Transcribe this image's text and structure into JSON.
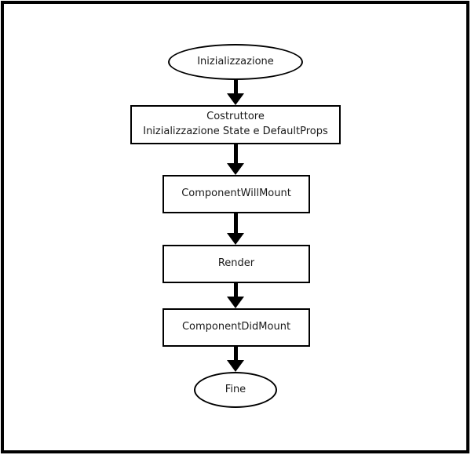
{
  "flowchart": {
    "background_color": "#ffffff",
    "stroke_color": "#000000",
    "text_color": "#1a1a1a",
    "nodes": [
      {
        "id": "start",
        "shape": "ellipse",
        "label": "Inizializzazione"
      },
      {
        "id": "costruttore",
        "shape": "rectangle",
        "label": "Costruttore",
        "sublabel": "Inizializzazione State e DefaultProps"
      },
      {
        "id": "component-will-mount",
        "shape": "rectangle",
        "label": "ComponentWillMount"
      },
      {
        "id": "render",
        "shape": "rectangle",
        "label": "Render"
      },
      {
        "id": "component-did-mount",
        "shape": "rectangle",
        "label": "ComponentDidMount"
      },
      {
        "id": "end",
        "shape": "ellipse",
        "label": "Fine"
      }
    ],
    "edges": [
      {
        "from": "start",
        "to": "costruttore"
      },
      {
        "from": "costruttore",
        "to": "component-will-mount"
      },
      {
        "from": "component-will-mount",
        "to": "render"
      },
      {
        "from": "render",
        "to": "component-did-mount"
      },
      {
        "from": "component-did-mount",
        "to": "end"
      }
    ]
  }
}
